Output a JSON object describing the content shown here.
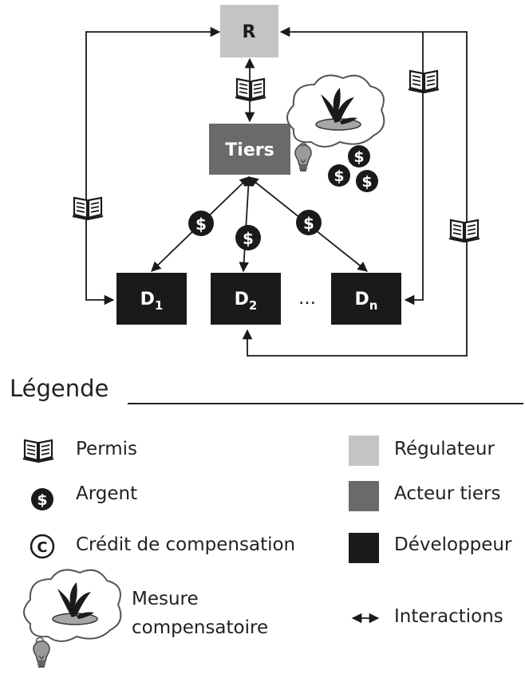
{
  "nodes": {
    "regulator": "R",
    "third_party": "Tiers",
    "developers": [
      {
        "base": "D",
        "sub": "1"
      },
      {
        "base": "D",
        "sub": "2"
      },
      {
        "base": "D",
        "sub": "n"
      }
    ],
    "ellipsis": "…"
  },
  "money_symbol": "$",
  "credit_symbol": "C",
  "legend": {
    "title": "Légende",
    "items": {
      "permit": "Permis",
      "money": "Argent",
      "credit": "Crédit de compensation",
      "measure_line1": "Mesure",
      "measure_line2": "compensatoire",
      "regulator": "Régulateur",
      "third_party": "Acteur tiers",
      "developer": "Développeur",
      "interactions": "Interactions"
    }
  },
  "colors": {
    "regulator": "#c4c4c4",
    "third_party": "#6a6a6a",
    "developer": "#1a1a1a",
    "coin": "#1a1a1a",
    "line": "#1a1a1a"
  },
  "icons": [
    "book-icon",
    "dollar-coin-icon",
    "credit-c-icon",
    "thought-cloud-plant-icon",
    "lightbulb-icon",
    "double-arrow-icon"
  ]
}
